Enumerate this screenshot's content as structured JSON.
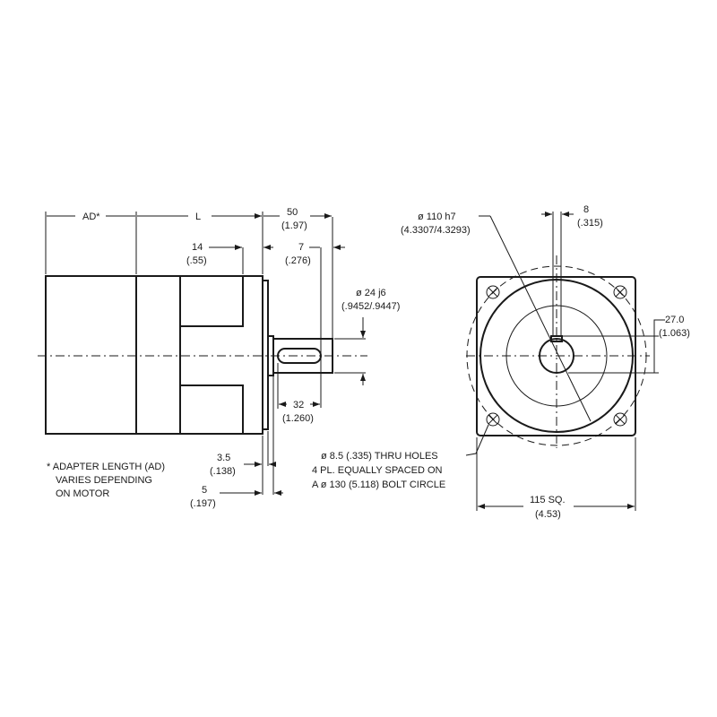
{
  "side_view": {
    "dims": {
      "ad": "AD*",
      "l": "L",
      "shaft_len_mm": "50",
      "shaft_len_in": "(1.97)",
      "flange_14_mm": "14",
      "flange_14_in": "(.55)",
      "key_offset_mm": "7",
      "key_offset_in": "(.276)",
      "shaft_dia": "ø 24   j6",
      "shaft_dia_in": "(.9452/.9447)",
      "key_len_mm": "32",
      "key_len_in": "(1.260)",
      "pilot_mm": "3.5",
      "pilot_in": "(.138)",
      "flange_thk_mm": "5",
      "flange_thk_in": "(.197)"
    },
    "note": [
      "* ADAPTER LENGTH (AD)",
      "VARIES DEPENDING",
      "ON MOTOR"
    ]
  },
  "end_view": {
    "dims": {
      "pilot_dia": "ø 110   h7",
      "pilot_dia_in": "(4.3307/4.3293)",
      "key_width_mm": "8",
      "key_width_in": "(.315)",
      "key_height_mm": "27.0",
      "key_height_in": "(1.063)",
      "square_mm": "115  SQ.",
      "square_in": "(4.53)"
    },
    "holes_note": [
      "ø 8.5  (.335) THRU  HOLES",
      "4 PL.  EQUALLY  SPACED  ON",
      "A ø 130  (5.118) BOLT CIRCLE"
    ]
  }
}
